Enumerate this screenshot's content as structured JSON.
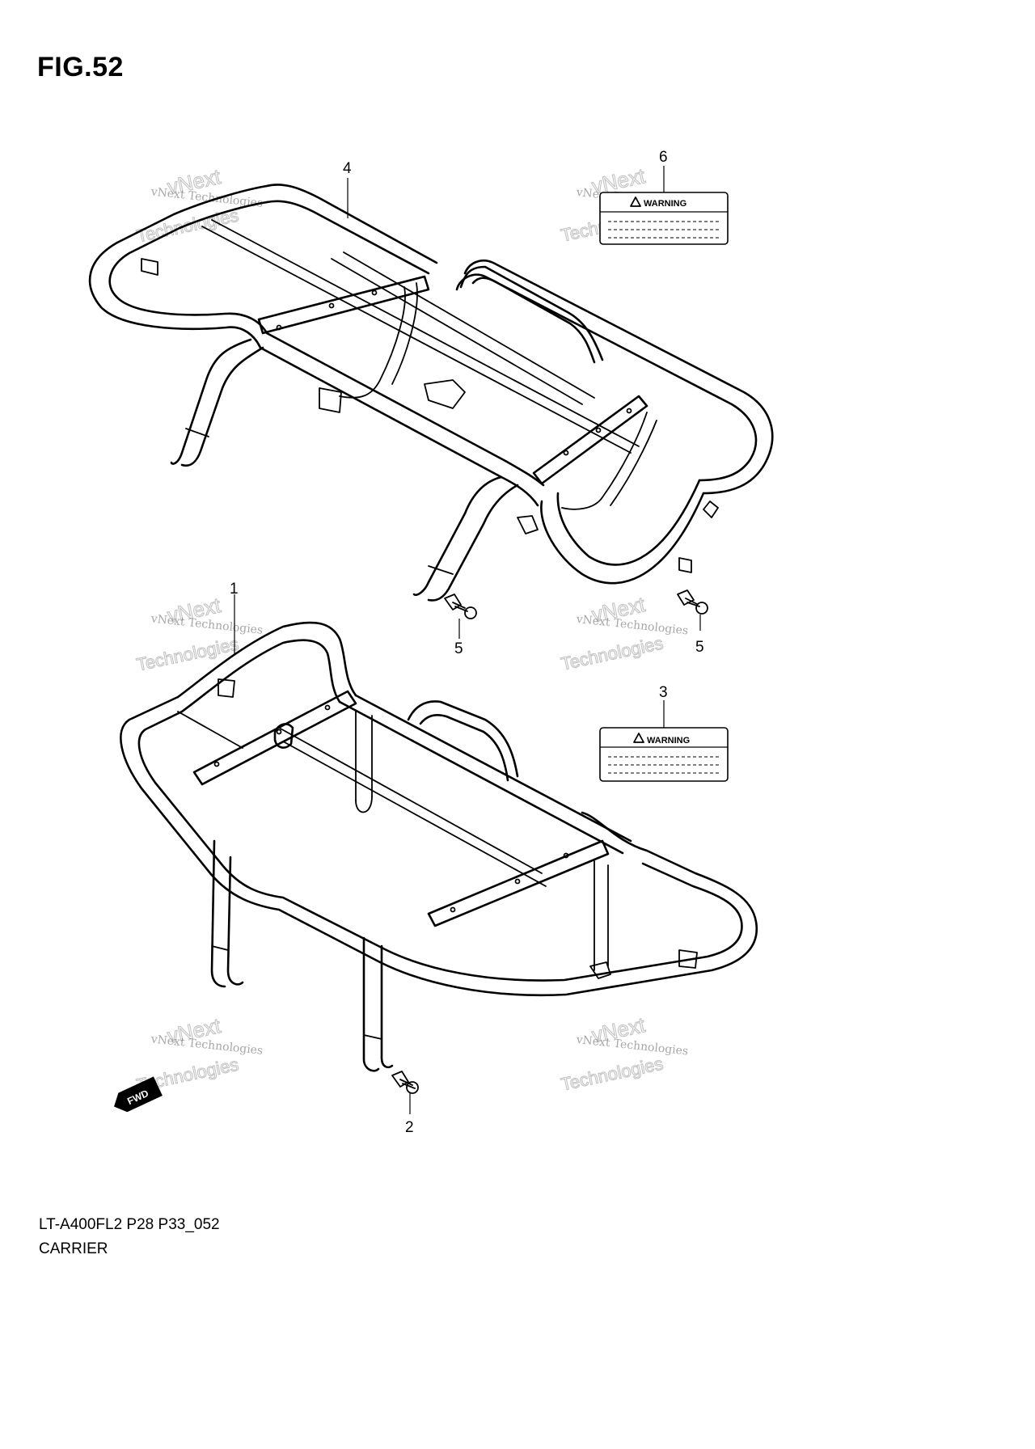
{
  "figure_title": "FIG.52",
  "callouts": {
    "c1": "1",
    "c2": "2",
    "c3": "3",
    "c4": "4",
    "c5a": "5",
    "c5b": "5",
    "c6": "6"
  },
  "labels": {
    "warning_text_top": "WARNING",
    "warning_text_bottom": "WARNING"
  },
  "fwd_arrow_text": "FWD",
  "watermark": {
    "line1": "vNext Technologies",
    "big_top": "vNext",
    "big_bottom": "Technologies"
  },
  "footer": {
    "code": "LT-A400FL2 P28 P33_052",
    "name": "CARRIER"
  }
}
